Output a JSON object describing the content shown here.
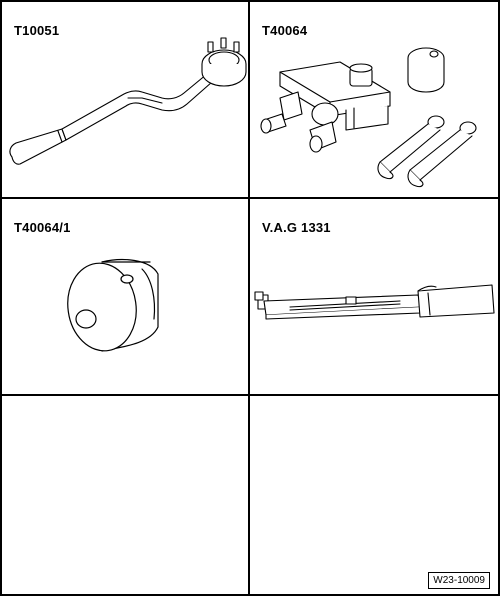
{
  "tools": [
    {
      "number": "T10051",
      "drawing": "counterhold-wrench"
    },
    {
      "number": "T40064",
      "drawing": "puller-set"
    },
    {
      "number": "T40064/1",
      "drawing": "puller-sleeve"
    },
    {
      "number": "V.A.G 1331",
      "drawing": "torque-wrench"
    },
    {
      "number": "",
      "drawing": ""
    },
    {
      "number": "",
      "drawing": ""
    }
  ],
  "figure_ref": "W23-10009"
}
